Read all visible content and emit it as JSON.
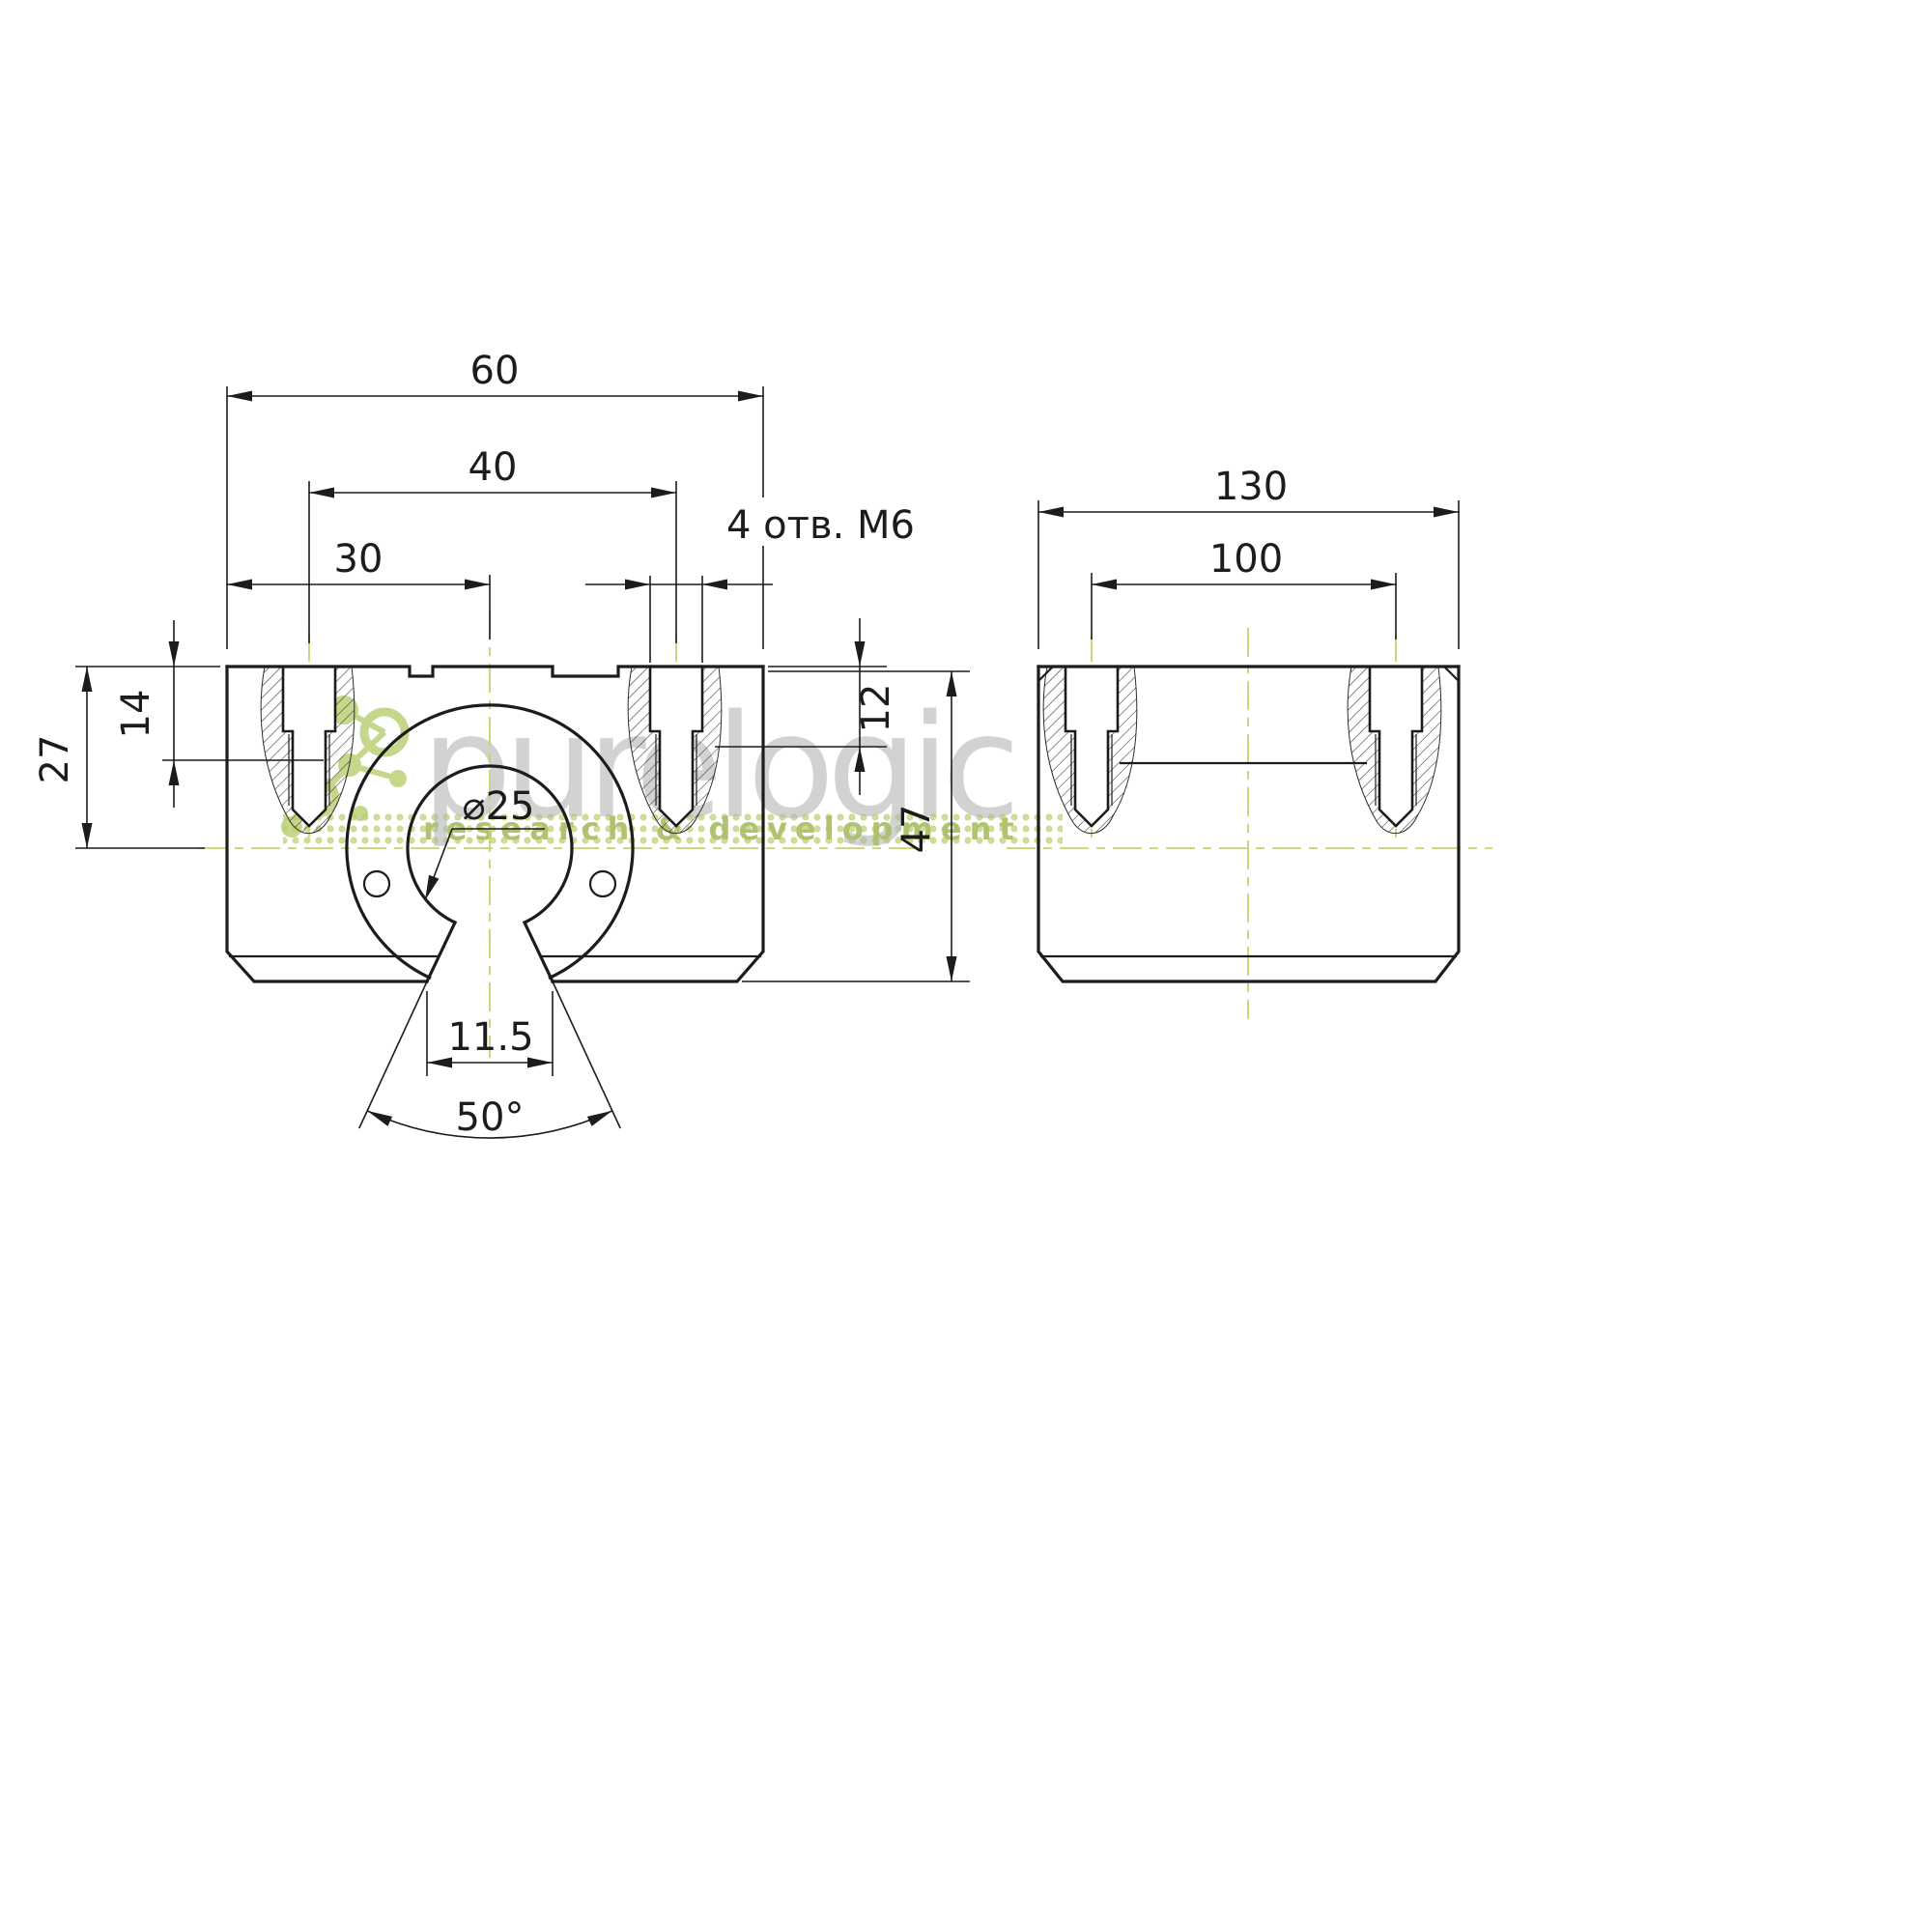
{
  "watermark": {
    "brand": "purelogic",
    "tagline": "research & development",
    "accent_color": "#bccf79",
    "text_color": "#b2b6b2"
  },
  "front_view": {
    "dim_overall_width": "60",
    "dim_hole_spacing": "40",
    "dim_edge_to_center": "30",
    "holes_note": "4 отв. M6",
    "dim_counterbore_depth": "14",
    "dim_top_to_bore_center": "27",
    "dim_thread_depth": "12",
    "dim_overall_height": "47",
    "dim_slot_width": "11.5",
    "bore_diameter": "⌀25",
    "slot_angle": "50°"
  },
  "side_view": {
    "dim_overall_length": "130",
    "dim_hole_spacing": "100"
  },
  "style": {
    "line_color": "#1c1c1c",
    "centerline_color": "#c6d36f",
    "background": "#ffffff"
  }
}
